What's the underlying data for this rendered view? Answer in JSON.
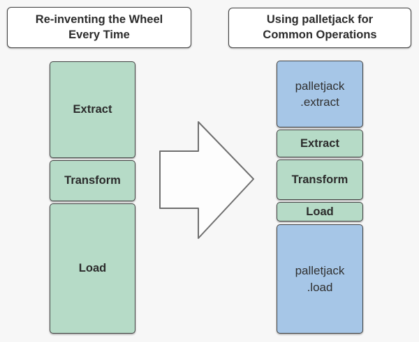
{
  "left_panel": {
    "title_lines": [
      "Re-inventing the Wheel",
      "Every Time"
    ],
    "boxes": [
      {
        "label": "Extract"
      },
      {
        "label": "Transform"
      },
      {
        "label": "Load"
      }
    ]
  },
  "right_panel": {
    "title_lines": [
      "Using palletjack for",
      "Common Operations"
    ],
    "boxes": [
      {
        "type": "palletjack",
        "lines": [
          "palletjack",
          ".extract"
        ]
      },
      {
        "type": "builtin",
        "label": "Extract"
      },
      {
        "type": "builtin",
        "label": "Transform"
      },
      {
        "type": "builtin",
        "label": "Load"
      },
      {
        "type": "palletjack",
        "lines": [
          "palletjack",
          ".load"
        ]
      }
    ]
  },
  "arrow": {
    "icon": "right-block-arrow"
  },
  "colors": {
    "builtin_green": "#b6dbc7",
    "palletjack_blue": "#a6c6e7",
    "background": "#f7f7f7",
    "box_border": "#424242"
  }
}
